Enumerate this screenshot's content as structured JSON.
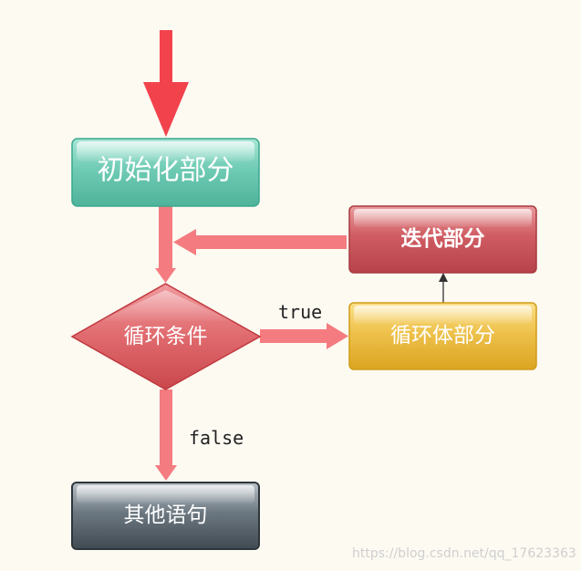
{
  "nodes": {
    "init": {
      "label": "初始化部分"
    },
    "condition": {
      "label": "循环条件"
    },
    "body": {
      "label": "循环体部分"
    },
    "iteration": {
      "label": "迭代部分"
    },
    "other": {
      "label": "其他语句"
    }
  },
  "edges": {
    "true_label": "true",
    "false_label": "false"
  },
  "watermark": "https://blog.csdn.net/qq_17623363",
  "colors": {
    "entry_arrow": "#f2434d",
    "flow_arrow": "#f47c80",
    "init": "#6cc9b2",
    "condition": "#e06a6d",
    "body": "#e9bb3a",
    "iteration": "#c9565c",
    "other": "#5b6771",
    "background": "#fdfaf2"
  }
}
